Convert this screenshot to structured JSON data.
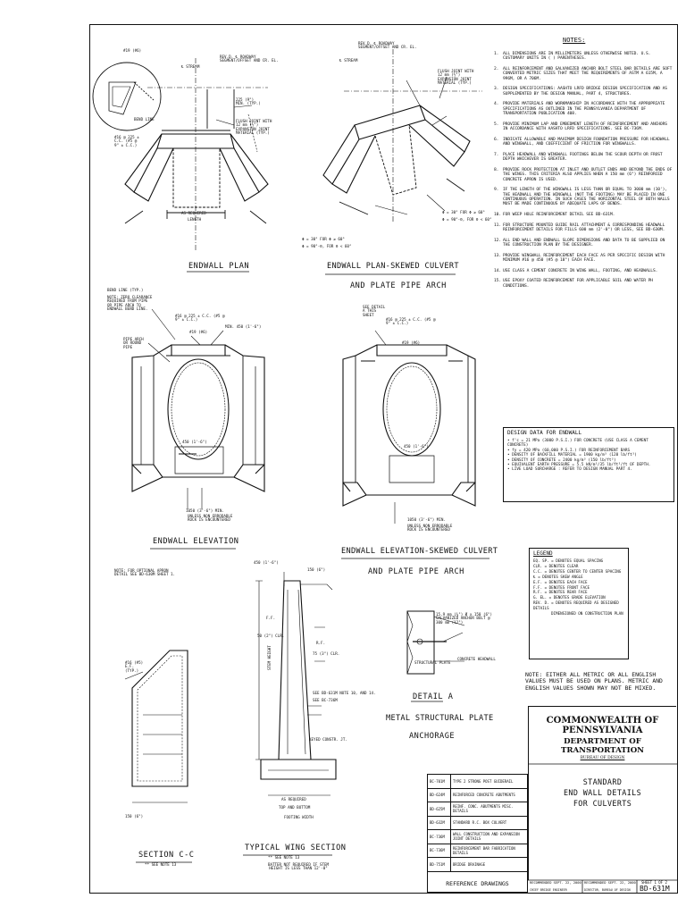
{
  "notes": {
    "title": "NOTES:",
    "items": [
      {
        "n": "1.",
        "t": "ALL DIMENSIONS ARE IN MILLIMETERS UNLESS OTHERWISE NOTED. U.S. CUSTOMARY UNITS IN ( ) PARENTHESES."
      },
      {
        "n": "2.",
        "t": "ALL REINFORCEMENT AND GALVANIZED ANCHOR BOLT STEEL BAR DETAILS ARE SOFT CONVERTED METRIC SIZES THAT MEET THE REQUIREMENTS OF ASTM A 615M, A 996M, OR A 706M."
      },
      {
        "n": "3.",
        "t": "DESIGN SPECIFICATIONS: AASHTO LRFD BRIDGE DESIGN SPECIFICATION AND AS SUPPLEMENTED BY THE DESIGN MANUAL, PART 4, STRUCTURES."
      },
      {
        "n": "4.",
        "t": "PROVIDE MATERIALS AND WORKMANSHIP IN ACCORDANCE WITH THE APPROPRIATE SPECIFICATIONS AS OUTLINED IN THE PENNSYLVANIA DEPARTMENT OF TRANSPORTATION PUBLICATION 408."
      },
      {
        "n": "5.",
        "t": "PROVIDE MINIMUM LAP AND EMBEDMENT LENGTH OF REINFORCEMENT AND ANCHORS IN ACCORDANCE WITH AASHTO LRFD SPECIFICATIONS. SEE BC-736M."
      },
      {
        "n": "6.",
        "t": "INDICATE ALLOWABLE AND MAXIMUM DESIGN FOUNDATION PRESSURE FOR HEADWALL AND WINGWALL, AND COEFFICIENT OF FRICTION FOR WINGWALLS."
      },
      {
        "n": "7.",
        "t": "PLACE HEADWALL AND WINGWALL FOOTINGS BELOW THE SCOUR DEPTH OR FROST DEPTH WHICHEVER IS GREATER."
      },
      {
        "n": "8.",
        "t": "PROVIDE ROCK PROTECTION AT INLET AND OUTLET ENDS AND BEYOND THE ENDS OF THE WINGS. THIS CRITERIA ALSO APPLIES WHEN A 150 mm (6\") REINFORCED CONCRETE APRON IS USED."
      },
      {
        "n": "9.",
        "t": "IF THE LENGTH OF THE WINGWALL IS LESS THAN OR EQUAL TO 3000 mm (10'), THE HEADWALL AND THE WINGWALL (NOT THE FOOTING) MAY BE PLACED IN ONE CONTINUOUS OPERATION. IN SUCH CASES THE HORIZONTAL STEEL OF BOTH WALLS MUST BE MADE CONTINUOUS BY ADEQUATE LAPS OF BENDS."
      },
      {
        "n": "10.",
        "t": "FOR WEEP HOLE REINFORCEMENT DETAIL SEE BD-631M."
      },
      {
        "n": "11.",
        "t": "FOR STRUCTURE MOUNTED GUIDE RAIL ATTACHMENT & CORRESPONDING HEADWALL REINFORCEMENT DETAILS FOR FILLS 600 mm (2'-0\") OR LESS, SEE BD-630M."
      },
      {
        "n": "12.",
        "t": "ALL END WALL AND ENDWALL SLOPE DIMENSIONS AND DATA TO BE SUPPLIED ON THE CONSTRUCTION PLAN BY THE DESIGNER."
      },
      {
        "n": "13.",
        "t": "PROVIDE WINGWALL REINFORCEMENT EACH FACE AS PER SPECIFIC DESIGN WITH MINIMUM #16 @ 450 (#5 @ 18\") EACH FACE."
      },
      {
        "n": "14.",
        "t": "USE CLASS A CEMENT CONCRETE IN WING WALL, FOOTING, AND HEADWALLS."
      },
      {
        "n": "15.",
        "t": "USE EPOXY COATED REINFORCEMENT FOR APPLICABLE SOIL AND WATER PH CONDITIONS."
      }
    ]
  },
  "design_data": {
    "title": "DESIGN DATA FOR ENDWALL",
    "lines": [
      "• f'c = 21 MPa (3000 P.S.I.) FOR CONCRETE (USE CLASS A CEMENT CONCRETE)",
      "• fy = 420 MPa (60,000 P.S.I.) FOR REINFORCEMENT BARS",
      "• DENSITY OF BACKFILL MATERIAL = 1900 kg/m³ (120 lb/ft³)",
      "• DENSITY OF CONCRETE = 2400 kg/m³ (150 lb/ft³)",
      "• EQUIVALENT EARTH PRESSURE = 5.5 kN/m³/35 lb/ft³/ft OF DEPTH.",
      "• LIVE LOAD SURCHARGE : REFER TO DESIGN MANUAL PART 4."
    ]
  },
  "legend": {
    "title": "LEGEND",
    "lines": [
      "EQ. SP. = DENOTES EQUAL SPACING",
      "CLR. = DENOTES CLEAR",
      "C.C. = DENOTES CENTER TO CENTER SPACING",
      "℄ = DENOTES SKEW ANGLE",
      "E.F. = DENOTES EACH FACE",
      "F.F. = DENOTES FRONT FACE",
      "R.F. = DENOTES REAR FACE",
      "G. EL. = DENOTES GRADE ELEVATION",
      "REV. D. = DENOTES REQUIRED AS DESIGNED DETAILS",
      "DIMENSIONED ON CONSTRUCTION PLAN"
    ]
  },
  "units_note": "NOTE: EITHER ALL METRIC OR ALL ENGLISH VALUES MUST BE USED ON PLANS. METRIC AND ENGLISH VALUES SHOWN MAY NOT BE MIXED.",
  "agency": {
    "line1": "COMMONWEALTH OF PENNSYLVANIA",
    "line2": "DEPARTMENT OF TRANSPORTATION",
    "line3": "BUREAU OF DESIGN"
  },
  "standard": {
    "l1": "STANDARD",
    "l2": "END WALL DETAILS",
    "l3": "FOR CULVERTS"
  },
  "signoff": {
    "recommended_1": "RECOMMENDED SEPT. 22, 2000",
    "chief_title": "CHIEF BRIDGE ENGINEER",
    "recommended_2": "RECOMMENDED SEPT. 22, 2000",
    "director_title": "DIRECTOR, BUREAU OF DESIGN",
    "sheet": "SHEET 1 OF 2",
    "number": "BD-631M"
  },
  "reference": {
    "label": "REFERENCE DRAWINGS",
    "rows": [
      {
        "k": "BC-701M",
        "v": "TYPE 2 STRONG POST GUIDERAIL"
      },
      {
        "k": "BD-624M",
        "v": "REINFORCED CONCRETE ABUTMENTS"
      },
      {
        "k": "BD-625M",
        "v": "REINF. CONC. ABUTMENTS MISC. DETAILS"
      },
      {
        "k": "BD-632M",
        "v": "STANDARD R.C. BOX CULVERT"
      },
      {
        "k": "BC-736M",
        "v": "WALL CONSTRUCTION AND EXPANSION JOINT DETAILS"
      },
      {
        "k": "BC-736M",
        "v": "REINFORCEMENT BAR FABRICATION DETAILS"
      },
      {
        "k": "BD-751M",
        "v": "BRIDGE DRAINAGE"
      }
    ]
  },
  "views": {
    "endwall_plan": "ENDWALL PLAN",
    "skewed_plan_1": "ENDWALL PLAN-SKEWED CULVERT",
    "skewed_plan_2": "AND PLATE PIPE ARCH",
    "endwall_elevation": "ENDWALL ELEVATION",
    "skewed_elev_1": "ENDWALL ELEVATION-SKEWED CULVERT",
    "skewed_elev_2": "AND PLATE PIPE ARCH",
    "section_cc": "SECTION C-C",
    "section_cc_note": "** SEE NOTE 13",
    "wing_section": "TYPICAL WING SECTION",
    "wing_section_note1": "** SEE NOTE 13",
    "wing_section_note2": "BATTER NOT REQUIRED IF STEM HEIGHT IS LESS THAN 12'-0\"",
    "detail_a": "DETAIL A",
    "metal_1": "METAL STRUCTURAL PLATE",
    "metal_2": "ANCHORAGE"
  },
  "callouts": {
    "stream": "℄ STREAM",
    "rev_d": "REV.D. ℄ ROADWAY SEGMENT/OFFSET AND CR. EL.",
    "min_225": "225 (9\") MIN. (TYP.)",
    "flush_joint": "FLUSH JOINT WITH 12 mm (½\") EXPANSION JOINT MATERIAL (TYP.)",
    "as_required": "AS REQUIRED",
    "length": "LENGTH",
    "bend_line": "BEND LINE",
    "bend_line_typ": "BEND LINE (TYP.)",
    "zero_clearance": "NOTE: ZERO CLEARANCE REQUIRED FROM PIPE OR PIPE ARCH TO ENDWALL BEND LINE.",
    "bar_16_225": "#16 @ 225 ± C.C. (#5 @ 9\" ± C.C.)",
    "bar_19": "#19 (#6)",
    "min_450": "MIN. 450 (1'-6\")",
    "pipe_arch": "PIPE ARCH OR ROUND PIPE",
    "dim_450": "450 (1'-6\")",
    "min_1050": "1050 (3'-6\") MIN.",
    "rock": "UNLESS NON ERRODABLE ROCK IS ENCOUNTERED",
    "see_detail_a": "SEE DETAIL A THIS SHEET",
    "apron_note": "NOTE: FOR OPTIONAL APRON DETAIL SEE BD-630M SHEET 1.",
    "ef_typ": "#16 (#5) E.F. (TYP.)",
    "dim_150": "150 (6\")",
    "stem_height": "STEM HEIGHT",
    "ff": "F.F.",
    "rf": "R.F.",
    "clr_50": "50 (2\") CLR.",
    "clr_75": "75 (3\") CLR.",
    "see_bd_631": "SEE BD-631M NOTE 10, AND 14.",
    "see_bc_736": "SEE BC-736M",
    "keyed": "KEYED CONSTR. JT.",
    "footing_width": "FOOTING WIDTH",
    "top_bottom": "TOP AND BOTTOM",
    "as_req": "AS REQUIRED",
    "galv_bolt": "15.9 mm (⅝\") Ø x 150 (6\") GALVANIZED ANCHOR BOLT @ 300 mm (12\")",
    "struct_plate": "STRUCTURAL PLATE",
    "concrete_headwall": "CONCRETE HEADWALL",
    "phi_30": "Φ = 30° FOR Φ ≥ 60°",
    "phi_sk": "Φ = 90°-Θ, FOR Θ < 60°"
  }
}
